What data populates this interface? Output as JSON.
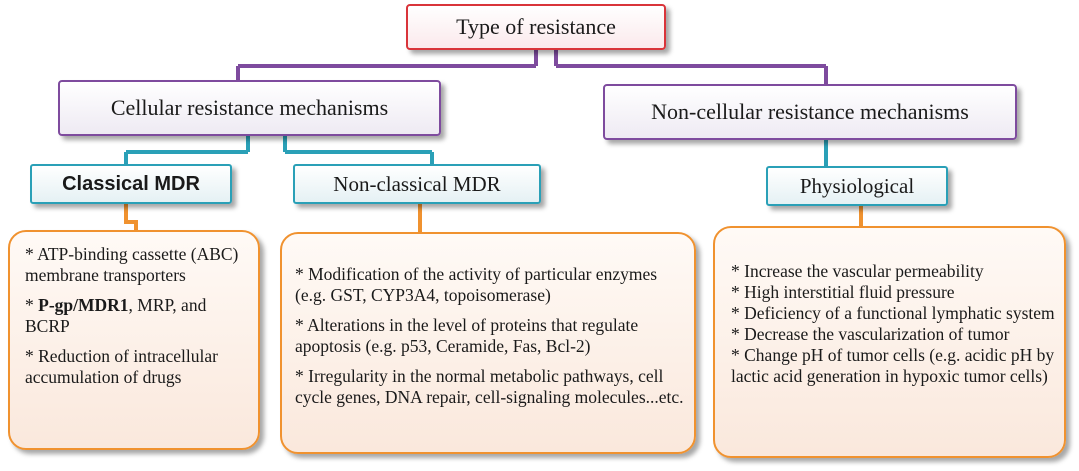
{
  "root": {
    "label": "Type of resistance"
  },
  "cellular": {
    "label": "Cellular resistance mechanisms",
    "classical": {
      "label": "Classical MDR",
      "items": [
        "* ATP-binding cassette (ABC) membrane transporters",
        {
          "bold": "P-gp/MDR1",
          "rest": ", MRP, and BCRP"
        },
        "* Reduction of intracellular accumulation of drugs"
      ]
    },
    "nonclassical": {
      "label": "Non-classical MDR",
      "items": [
        "* Modification of the activity of particular enzymes (e.g. GST, CYP3A4, topoisomerase)",
        "* Alterations in the level of proteins that regulate apoptosis (e.g. p53, Ceramide, Fas, Bcl-2)",
        "* Irregularity in the normal metabolic pathways, cell cycle genes, DNA repair, cell-signaling molecules...etc."
      ]
    }
  },
  "noncellular": {
    "label": "Non-cellular resistance mechanisms",
    "physiological": {
      "label": "Physiological",
      "items": [
        "* Increase the vascular permeability",
        "* High interstitial fluid pressure",
        "* Deficiency of a functional lymphatic system",
        "* Decrease the vascularization of tumor",
        "* Change pH of tumor cells (e.g. acidic pH by lactic acid generation in hypoxic tumor cells)"
      ]
    }
  },
  "colors": {
    "root_border": "#d9343a",
    "level1_border": "#7e4b9e",
    "level2_border": "#2aa0b7",
    "detail_border": "#f0922f"
  }
}
